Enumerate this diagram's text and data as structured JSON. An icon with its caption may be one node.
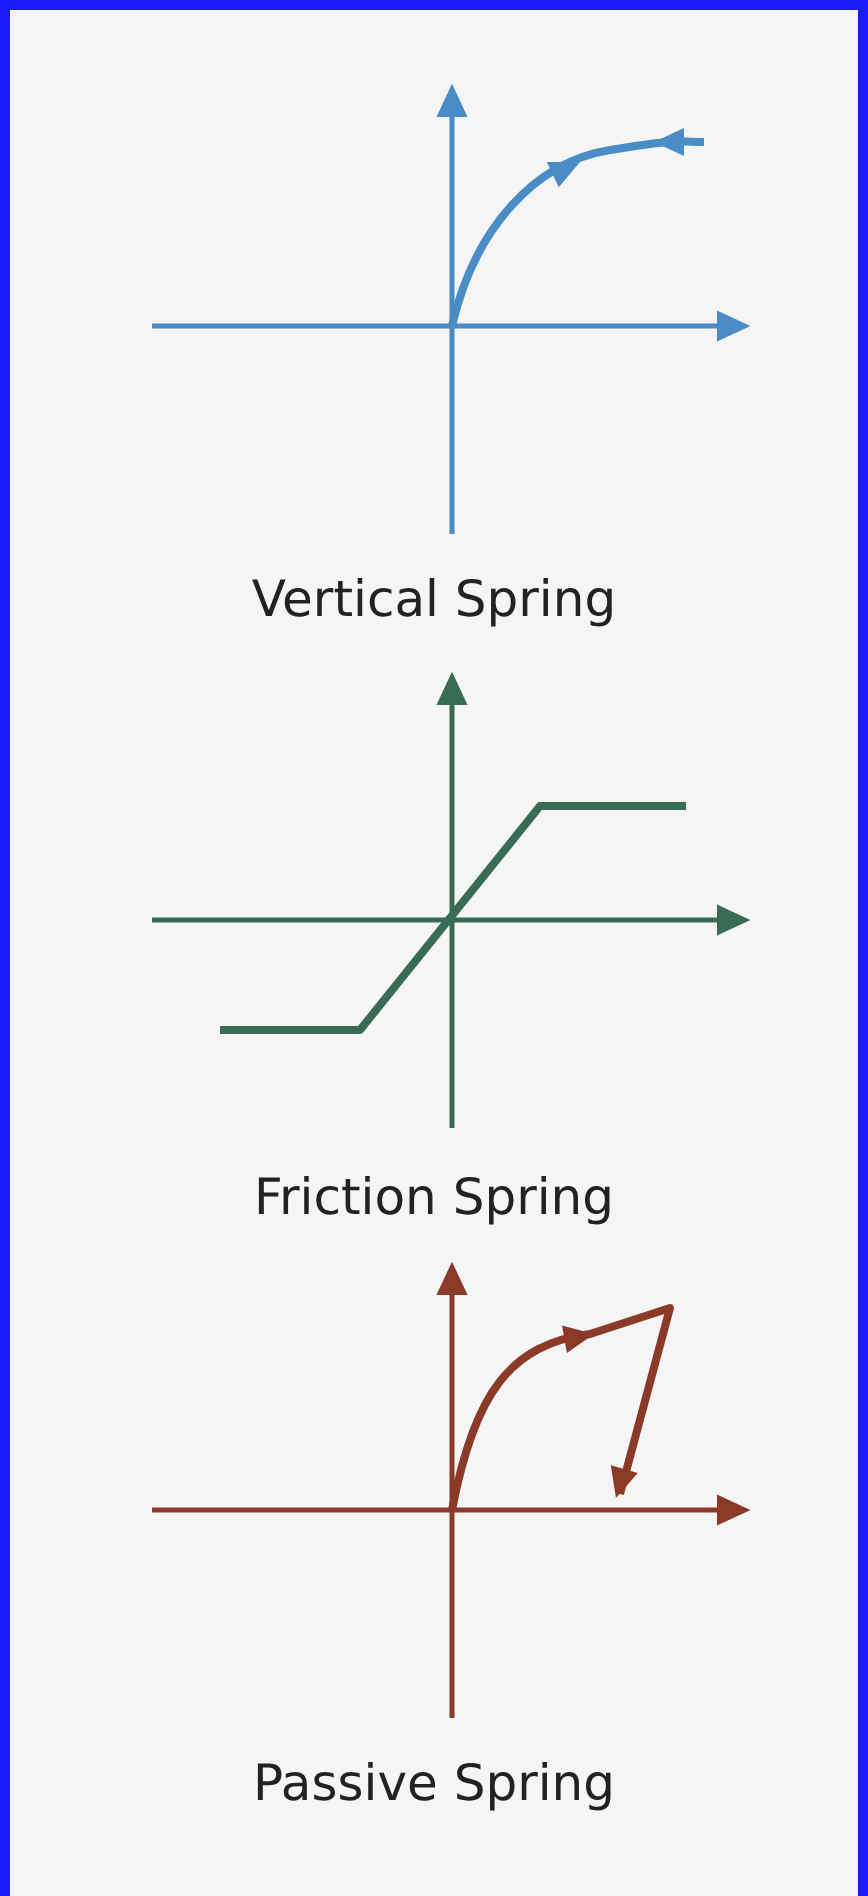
{
  "diagram": {
    "labels": [
      "Vertical Spring",
      "Friction Spring",
      "Passive Spring"
    ]
  }
}
